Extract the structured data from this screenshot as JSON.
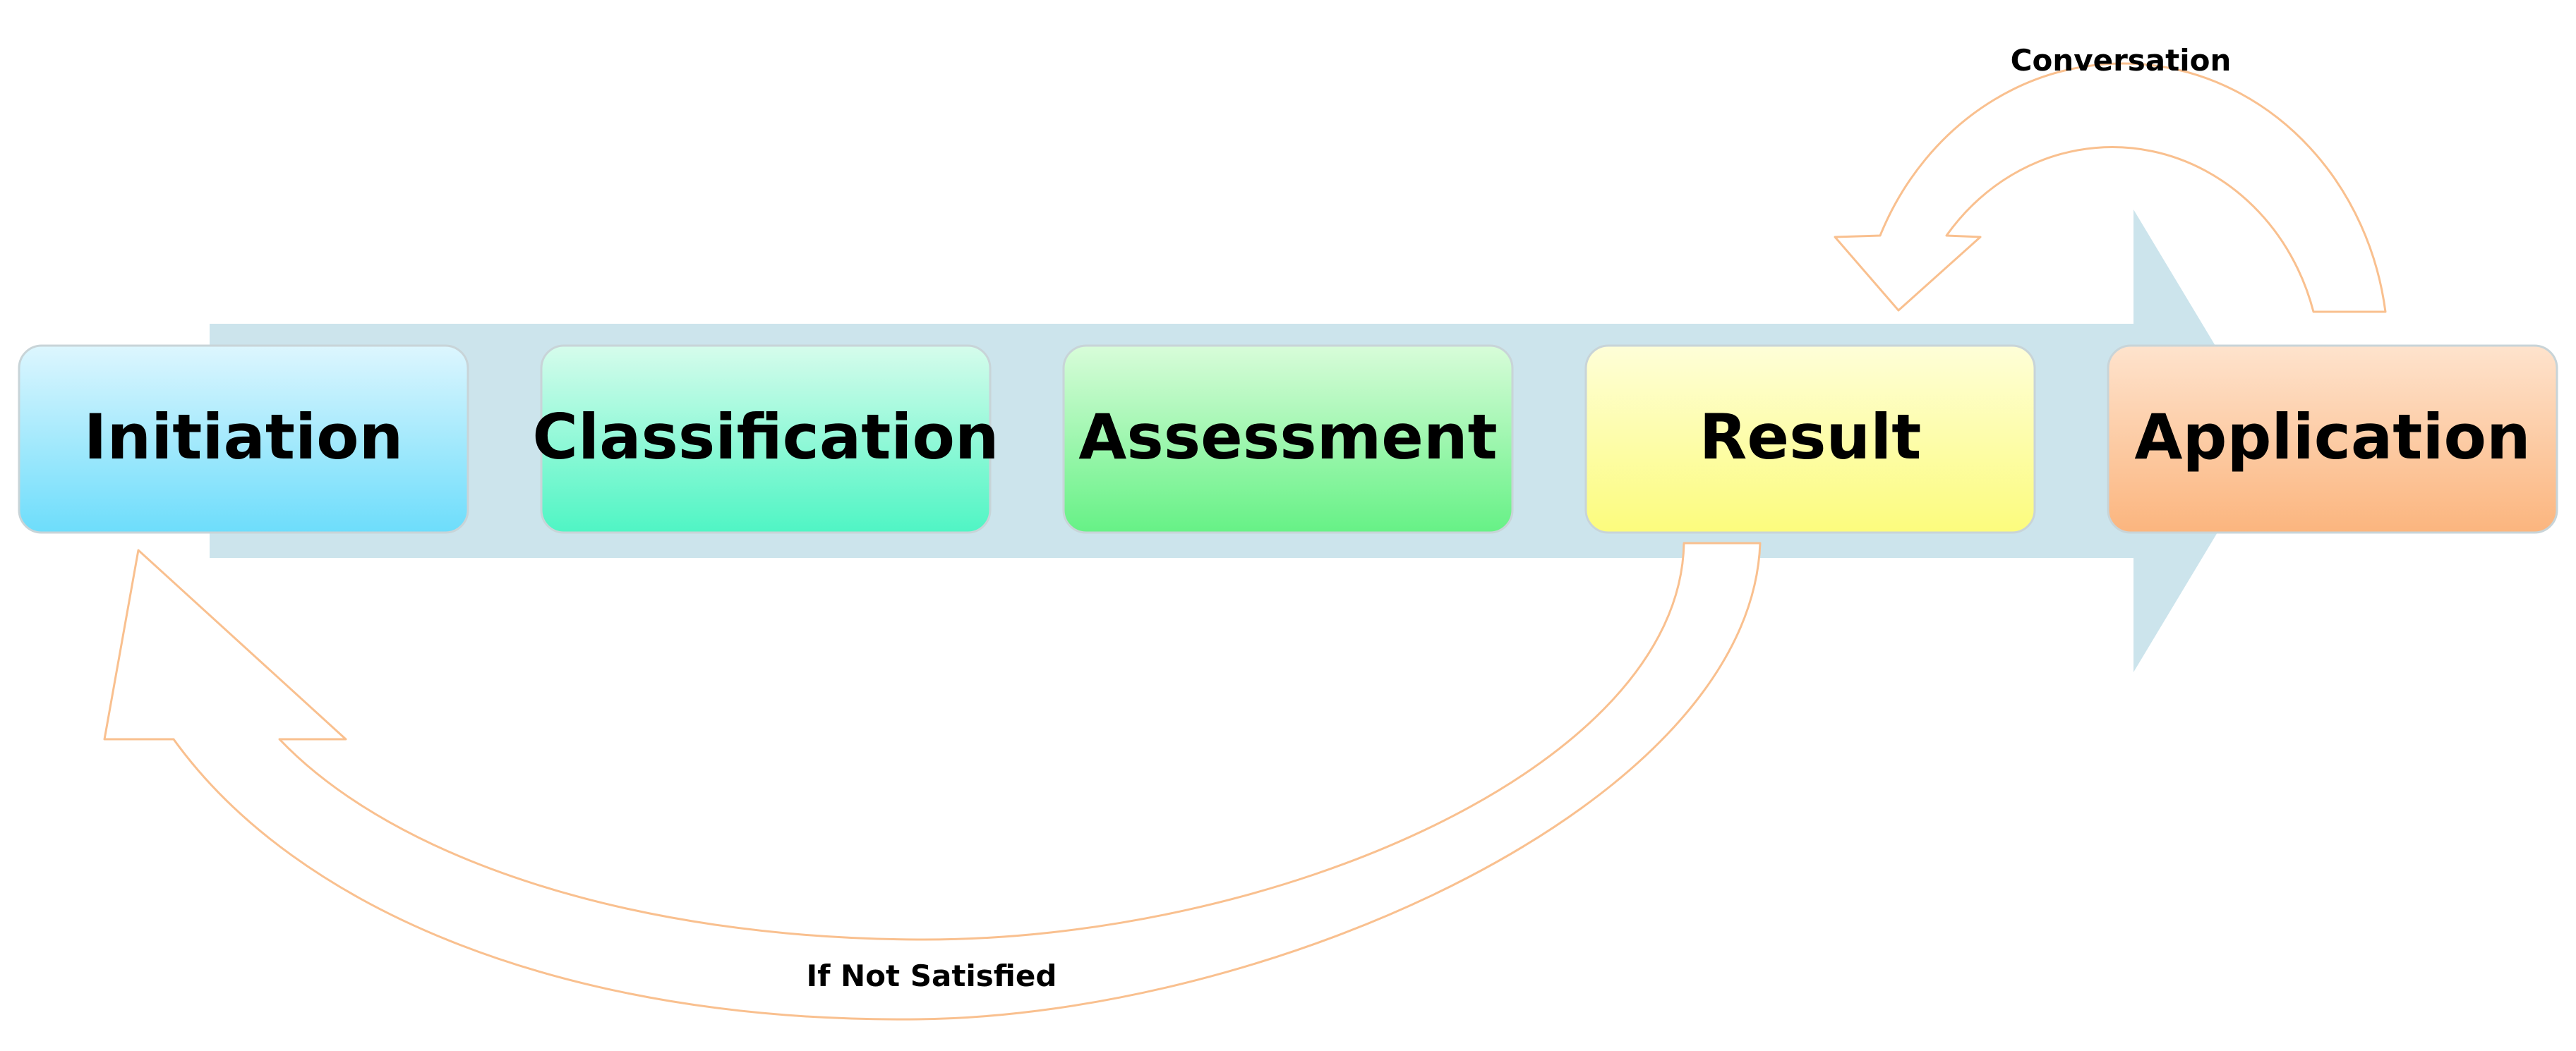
{
  "stages": [
    {
      "label": "Initiation",
      "color_top": "#DDF6FE",
      "color_bottom": "#6DDDFB"
    },
    {
      "label": "Classification",
      "color_top": "#D6FCEC",
      "color_bottom": "#4FF5C4"
    },
    {
      "label": "Assessment",
      "color_top": "#D8FCD9",
      "color_bottom": "#66F186"
    },
    {
      "label": "Result",
      "color_top": "#FEFED8",
      "color_bottom": "#FCFC7D"
    },
    {
      "label": "Application",
      "color_top": "#FEE3CD",
      "color_bottom": "#FBB57E"
    }
  ],
  "loops": {
    "conversation": "Conversation",
    "if_not_satisfied": "If Not Satisfied"
  },
  "colors": {
    "main_arrow": "#CCE4EC",
    "loop_stroke": "#F9C08F"
  }
}
